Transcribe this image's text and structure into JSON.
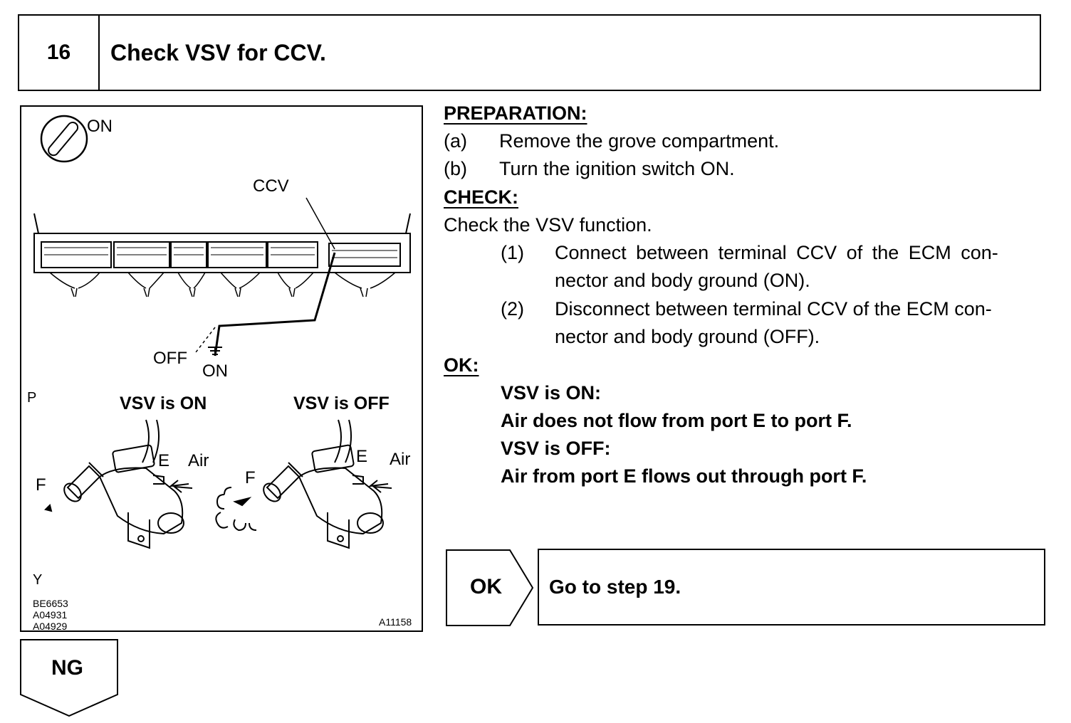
{
  "header": {
    "step_number": "16",
    "title": "Check VSV for CCV."
  },
  "figure": {
    "ignition_label": "ON",
    "terminal_label": "CCV",
    "off_label": "OFF",
    "on_label": "ON",
    "connector_p": "P",
    "connector_y": "Y",
    "vsv_on_label": "VSV is ON",
    "vsv_off_label": "VSV is OFF",
    "port_f_left": "F",
    "port_e_left": "E",
    "air_left": "Air",
    "port_f_right": "F",
    "port_e_right": "E",
    "air_right": "Air",
    "ref_codes": [
      "BE6653",
      "A04931",
      "A04929"
    ],
    "figure_code": "A11158"
  },
  "procedure": {
    "preparation_heading": "PREPARATION:",
    "prep_a_marker": "(a)",
    "prep_a_text": "Remove the grove compartment.",
    "prep_b_marker": "(b)",
    "prep_b_text": "Turn the ignition switch ON.",
    "check_heading": "CHECK:",
    "check_text": "Check the VSV function.",
    "step1_marker": "(1)",
    "step1_line1": "Connect between terminal CCV of the ECM con-",
    "step1_line2": "nector and body ground (ON).",
    "step2_marker": "(2)",
    "step2_line1": "Disconnect between terminal CCV of the ECM con-",
    "step2_line2": "nector and body ground (OFF).",
    "ok_heading": "OK:",
    "ok_line1": "VSV is ON:",
    "ok_line2": "Air does not flow from port E to port F.",
    "ok_line3": "VSV is OFF:",
    "ok_line4": "Air from port E flows out through port F."
  },
  "result_ok": {
    "label": "OK",
    "action": "Go to step 19."
  },
  "result_ng": {
    "label": "NG"
  }
}
